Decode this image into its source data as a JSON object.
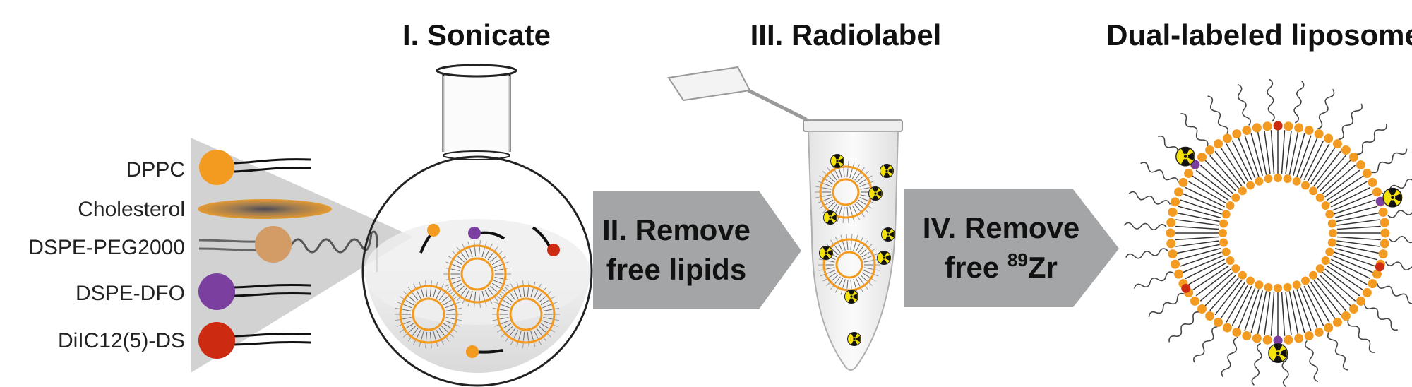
{
  "titles": {
    "sonicate": "I. Sonicate",
    "radiolabel": "III. Radiolabel",
    "final": "Dual-labeled liposome"
  },
  "legend": [
    {
      "label": "DPPC",
      "icon": "dppc-lipid-icon",
      "color": "#f39a21"
    },
    {
      "label": "Cholesterol",
      "icon": "cholesterol-icon",
      "color": "#b9874a"
    },
    {
      "label": "DSPE-PEG2000",
      "icon": "dspe-peg-lipid-icon",
      "color": "#d39b66"
    },
    {
      "label": "DSPE-DFO",
      "icon": "dspe-dfo-lipid-icon",
      "color": "#7b3fa0"
    },
    {
      "label": "DiIC12(5)-DS",
      "icon": "diic-dye-lipid-icon",
      "color": "#cc2b12"
    }
  ],
  "arrows": {
    "remove_lipids": {
      "line1": "II. Remove",
      "line2": "free lipids"
    },
    "remove_zr": {
      "line1": "IV. Remove",
      "line2_pre": "free ",
      "line2_sup": "89",
      "line2_post": "Zr"
    }
  },
  "colors": {
    "lipid_orange": "#f39a21",
    "arrow_gray": "#a3a5a6",
    "zoom_gray": "#d2d2d2",
    "radiation_yellow": "#f4e30a"
  }
}
